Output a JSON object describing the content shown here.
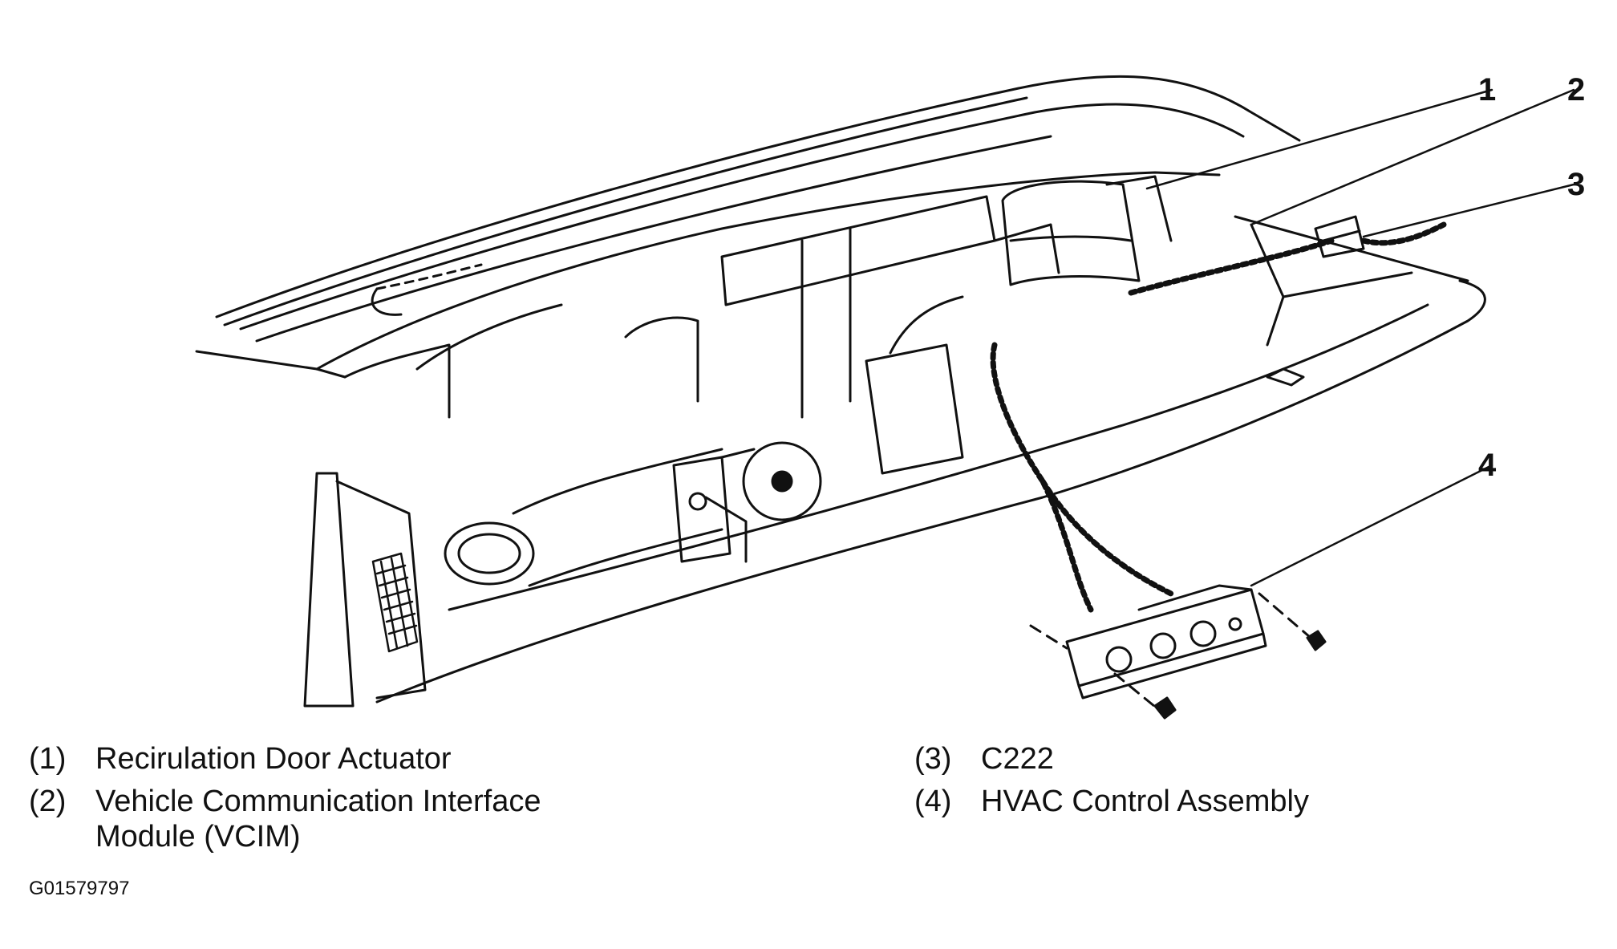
{
  "callouts": [
    "1",
    "2",
    "3",
    "4"
  ],
  "legend": [
    {
      "num": "(1)",
      "label": "Recirulation Door Actuator"
    },
    {
      "num": "(2)",
      "label": "Vehicle Communication Interface Module (VCIM)"
    },
    {
      "num": "(3)",
      "label": "C222"
    },
    {
      "num": "(4)",
      "label": "HVAC Control Assembly"
    }
  ],
  "figure_id": "G01579797"
}
